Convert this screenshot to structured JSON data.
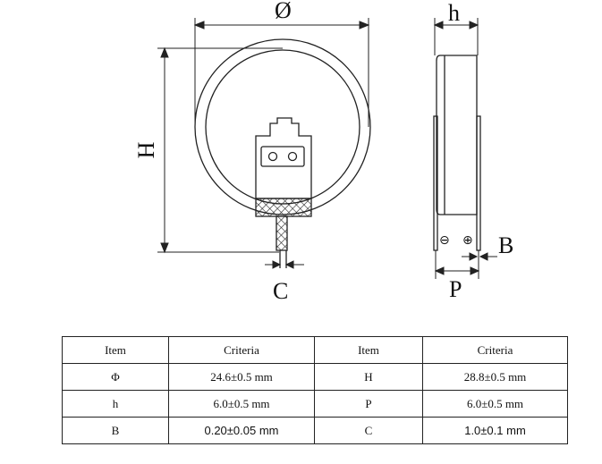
{
  "diagram": {
    "labels": {
      "diameter": "Ø",
      "height_H": "H",
      "thickness_h": "h",
      "pin_width_C": "C",
      "lead_thickness_B": "B",
      "pitch_P": "P",
      "negative": "⊖",
      "positive": "⊕"
    }
  },
  "table": {
    "headers": [
      "Item",
      "Criteria",
      "Item",
      "Criteria"
    ],
    "rows": [
      {
        "item1": "Φ",
        "crit1": "24.6±0.5 mm",
        "item2": "H",
        "crit2": "28.8±0.5 mm"
      },
      {
        "item1": "h",
        "crit1": "6.0±0.5 mm",
        "item2": "P",
        "crit2": "6.0±0.5 mm"
      },
      {
        "item1": "B",
        "crit1": "0.20±0.05 mm",
        "item2": "C",
        "crit2": "1.0±0.1 mm"
      }
    ]
  }
}
